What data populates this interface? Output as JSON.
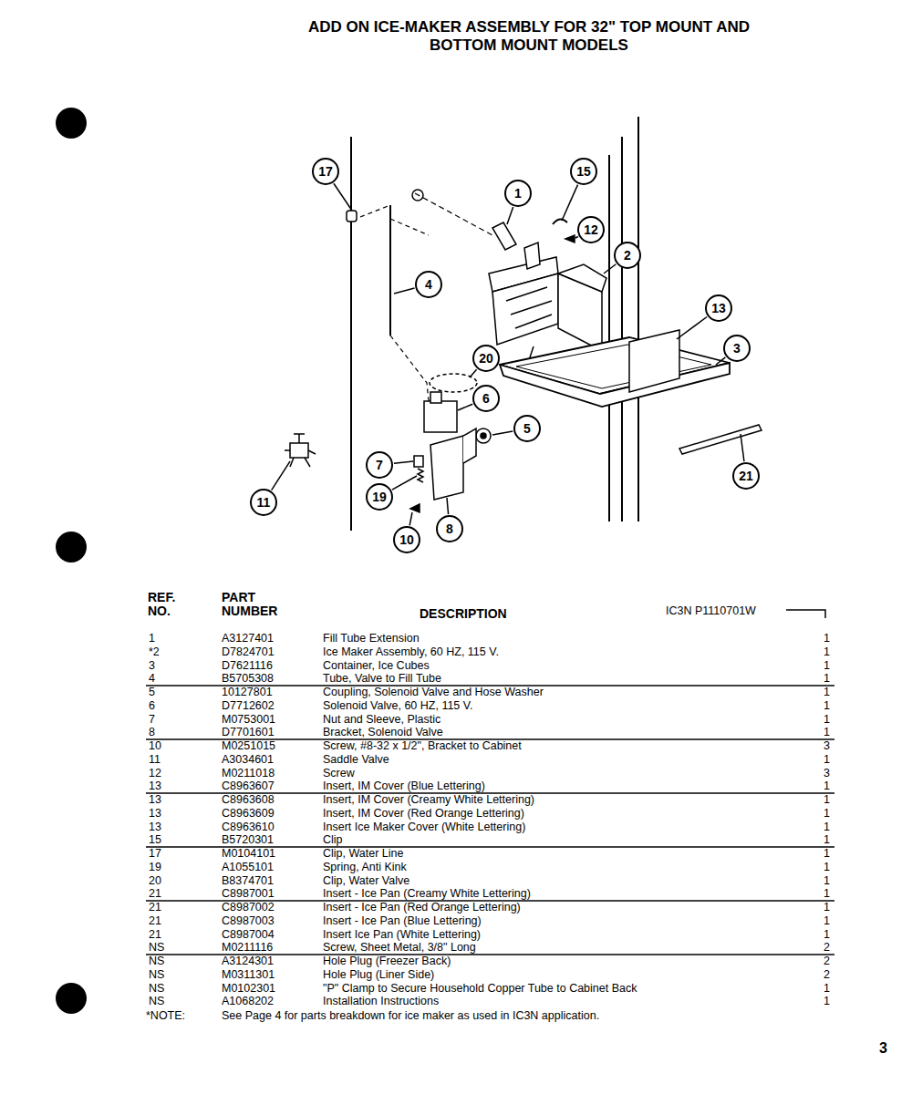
{
  "diagram": {
    "title": "ADD ON ICE-MAKER ASSEMBLY FOR 32\" TOP MOUNT AND BOTTOM MOUNT MODELS",
    "nodes": [
      {
        "text": [
          "17"
        ]
      },
      {
        "text": [
          "15"
        ]
      },
      {
        "text": [
          "1"
        ]
      },
      {
        "text": [
          "12"
        ]
      },
      {
        "text": [
          "2"
        ]
      },
      {
        "text": [
          "4"
        ]
      },
      {
        "text": [
          "13"
        ]
      },
      {
        "text": [
          "3"
        ]
      },
      {
        "text": [
          "20"
        ]
      },
      {
        "text": [
          "6"
        ]
      },
      {
        "text": [
          "5"
        ]
      },
      {
        "text": [
          "7"
        ]
      },
      {
        "text": [
          "21"
        ]
      },
      {
        "text": [
          "19"
        ]
      },
      {
        "text": [
          "11"
        ]
      },
      {
        "text": [
          "8"
        ]
      },
      {
        "text": [
          "10"
        ]
      }
    ],
    "labels": [
      "REF. NO.",
      "PART NUMBER",
      "DESCRIPTION",
      "IC3N P1110701W",
      "1",
      "A3127401",
      "Fill Tube Extension",
      "1",
      "*2",
      "D7824701",
      "Ice Maker Assembly, 60 HZ, 115 V.",
      "1",
      "3",
      "D7621116",
      "Container, Ice Cubes",
      "1",
      "4",
      "B5705308",
      "Tube, Valve to Fill Tube",
      "1",
      "5",
      "10127801",
      "Coupling, Solenoid Valve and Hose Washer",
      "1",
      "6",
      "D7712602",
      "Solenoid Valve, 60 HZ, 115 V.",
      "1",
      "7",
      "M0753001",
      "Nut and Sleeve, Plastic",
      "1",
      "8",
      "D7701601",
      "Bracket, Solenoid Valve",
      "1",
      "10",
      "M0251015",
      "Screw, #8-32 x 1/2\", Bracket to Cabinet",
      "3",
      "11",
      "A3034601",
      "Saddle Valve",
      "1",
      "12",
      "M0211018",
      "Screw",
      "3",
      "13",
      "C8963607",
      "Insert, IM Cover (Blue Lettering)",
      "1",
      "13",
      "C8963608",
      "Insert, IM Cover (Creamy White Lettering)",
      "1",
      "13",
      "C8963609",
      "Insert, IM Cover (Red Orange Lettering)",
      "1",
      "13",
      "C8963610",
      "Insert Ice Maker Cover (White Lettering)",
      "1",
      "15",
      "B5720301",
      "Clip",
      "1",
      "17",
      "M0104101",
      "Clip, Water Line",
      "1",
      "19",
      "A1055101",
      "Spring, Anti Kink",
      "1",
      "20",
      "B8374701",
      "Clip, Water Valve",
      "1",
      "21",
      "C8987001",
      "Insert - Ice Pan (Creamy White Lettering)",
      "1",
      "21",
      "C8987002",
      "Insert - Ice Pan (Red Orange Lettering)",
      "1",
      "21",
      "C8987003",
      "Insert - Ice Pan (Blue Lettering)",
      "1",
      "21",
      "C8987004",
      "Insert Ice Pan (White Lettering)",
      "1",
      "NS",
      "M0211116",
      "Screw, Sheet Metal, 3/8\" Long",
      "2",
      "NS",
      "A3124301",
      "Hole Plug (Freezer Back)",
      "2",
      "NS",
      "M0311301",
      "Hole Plug (Liner Side)",
      "2",
      "NS",
      "M0102301",
      "\"P\" Clamp to Secure Household Copper Tube to Cabinet Back",
      "1",
      "NS",
      "A1068202",
      "Installation Instructions",
      "1",
      "*NOTE:",
      "See Page 4 for parts breakdown for ice maker as used in IC3N application.",
      "3"
    ]
  }
}
